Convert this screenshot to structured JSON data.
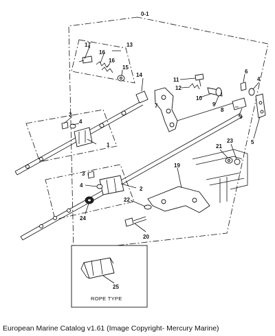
{
  "assembly_label": "0-1",
  "callouts": {
    "p1": "1",
    "p2": "2",
    "p3a": "3",
    "p3b": "3",
    "p4a": "4",
    "p4b": "4",
    "p4c": "4",
    "p5": "5",
    "p6": "6",
    "p7": "7",
    "p8": "8",
    "p9a": "9",
    "p9b": "9",
    "p10": "10",
    "p11": "11",
    "p12": "12",
    "p13": "13",
    "p14": "14",
    "p15": "15",
    "p16a": "16",
    "p16b": "16",
    "p17": "17",
    "p19": "19",
    "p20": "20",
    "p21": "21",
    "p22": "22",
    "p23": "23",
    "p24": "24",
    "p25": "25"
  },
  "inset": {
    "label": "ROPE TYPE"
  },
  "caption": "European Marine Catalog v1.61 (Image Copyright- Mercury Marine)"
}
